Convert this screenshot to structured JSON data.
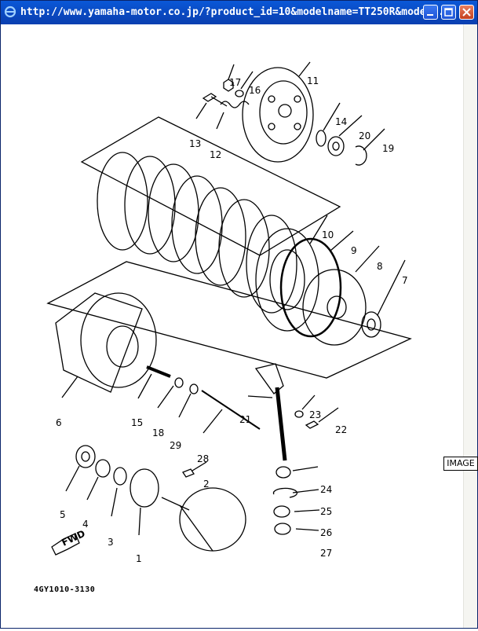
{
  "window": {
    "title": "http://www.yamaha-motor.co.jp/?product_id=10&modelname=TT250R&mode..."
  },
  "diagram": {
    "badge": "IMAGE",
    "code": "4GY1010-3130",
    "fwd_label": "FWD",
    "part_numbers": [
      "17",
      "16",
      "11",
      "13",
      "12",
      "14",
      "20",
      "19",
      "10",
      "9",
      "8",
      "7",
      "6",
      "15",
      "18",
      "29",
      "21",
      "23",
      "22",
      "28",
      "2",
      "24",
      "25",
      "26",
      "27",
      "5",
      "4",
      "3",
      "1"
    ]
  },
  "colors": {
    "titlebar": "#0a4bc4",
    "line": "#000000"
  }
}
